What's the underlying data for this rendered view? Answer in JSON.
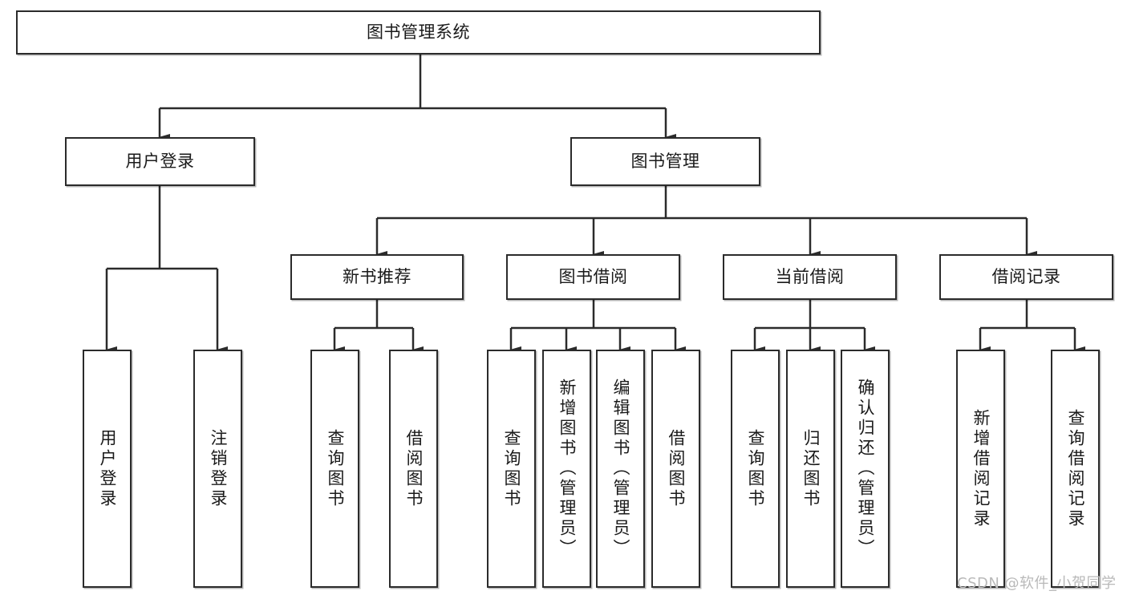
{
  "diagram": {
    "type": "tree-hierarchy-chart",
    "title": "图书管理系统",
    "orientation": "top-down",
    "colors": {
      "node_border": "#2b2b2b",
      "node_fill": "#ffffff",
      "connector": "#2b2b2b",
      "watermark": "#b9b9b9"
    },
    "levels": [
      {
        "level": 1,
        "nodes": [
          {
            "id": "root",
            "label": "图书管理系统",
            "orientation": "horizontal"
          }
        ]
      },
      {
        "level": 2,
        "nodes": [
          {
            "id": "user-login",
            "label": "用户登录",
            "orientation": "horizontal",
            "parent": "root"
          },
          {
            "id": "book-manage",
            "label": "图书管理",
            "orientation": "horizontal",
            "parent": "root"
          }
        ]
      },
      {
        "level": 3,
        "nodes": [
          {
            "id": "new-book-recommend",
            "label": "新书推荐",
            "orientation": "horizontal",
            "parent": "book-manage"
          },
          {
            "id": "book-borrow",
            "label": "图书借阅",
            "orientation": "horizontal",
            "parent": "book-manage"
          },
          {
            "id": "current-borrow",
            "label": "当前借阅",
            "orientation": "horizontal",
            "parent": "book-manage"
          },
          {
            "id": "borrow-record",
            "label": "借阅记录",
            "orientation": "horizontal",
            "parent": "book-manage"
          }
        ]
      },
      {
        "level": 4,
        "nodes": [
          {
            "id": "leaf-user-login",
            "label": "用户登录",
            "orientation": "vertical",
            "parent": "user-login"
          },
          {
            "id": "leaf-logout",
            "label": "注销登录",
            "orientation": "vertical",
            "parent": "user-login"
          },
          {
            "id": "leaf-query-book-1",
            "label": "查询图书",
            "orientation": "vertical",
            "parent": "new-book-recommend"
          },
          {
            "id": "leaf-borrow-book-1",
            "label": "借阅图书",
            "orientation": "vertical",
            "parent": "new-book-recommend"
          },
          {
            "id": "leaf-query-book-2",
            "label": "查询图书",
            "orientation": "vertical",
            "parent": "book-borrow"
          },
          {
            "id": "leaf-add-book",
            "label": "新增图书（管理员）",
            "orientation": "vertical",
            "parent": "book-borrow"
          },
          {
            "id": "leaf-edit-book",
            "label": "编辑图书（管理员）",
            "orientation": "vertical",
            "parent": "book-borrow"
          },
          {
            "id": "leaf-borrow-book-2",
            "label": "借阅图书",
            "orientation": "vertical",
            "parent": "book-borrow"
          },
          {
            "id": "leaf-query-book-3",
            "label": "查询图书",
            "orientation": "vertical",
            "parent": "current-borrow"
          },
          {
            "id": "leaf-return-book",
            "label": "归还图书",
            "orientation": "vertical",
            "parent": "current-borrow"
          },
          {
            "id": "leaf-confirm-return",
            "label": "确认归还（管理员）",
            "orientation": "vertical",
            "parent": "current-borrow"
          },
          {
            "id": "leaf-add-record",
            "label": "新增借阅记录",
            "orientation": "vertical",
            "parent": "borrow-record"
          },
          {
            "id": "leaf-query-record",
            "label": "查询借阅记录",
            "orientation": "vertical",
            "parent": "borrow-record"
          }
        ]
      }
    ]
  },
  "watermark": {
    "text": "CSDN @软件_小贺同学"
  }
}
